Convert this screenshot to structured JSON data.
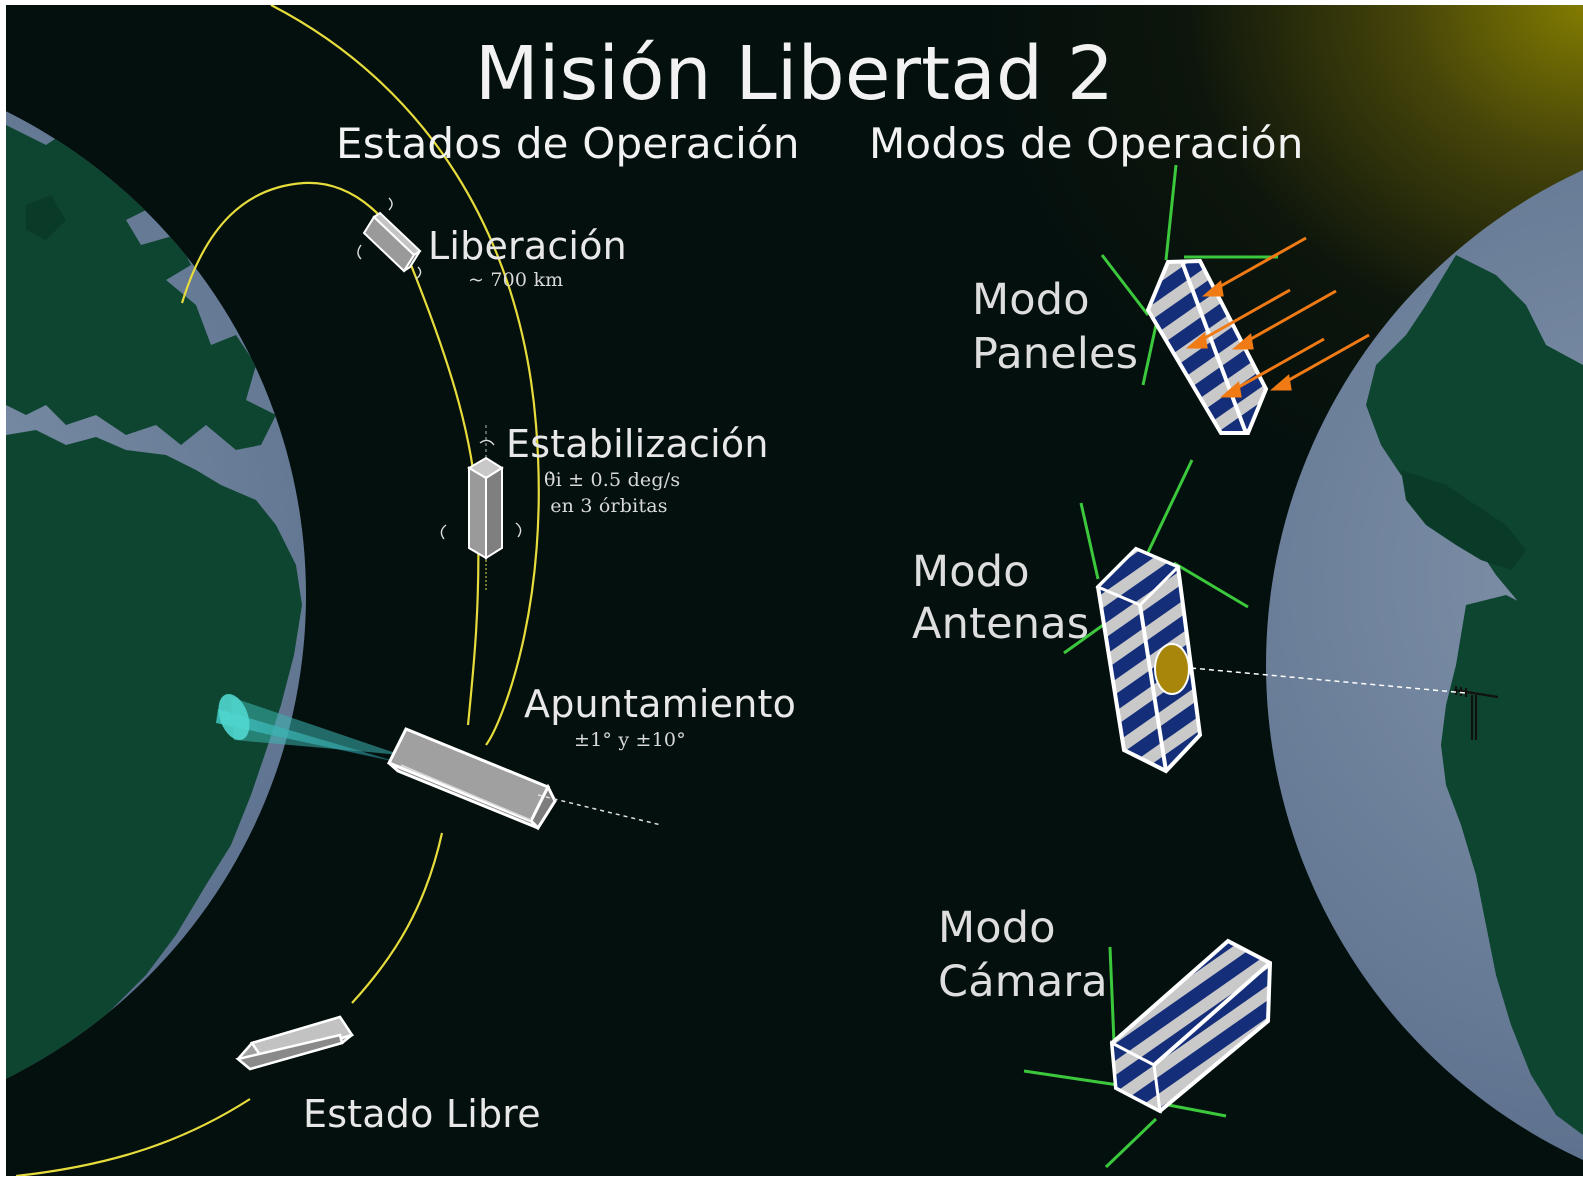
{
  "title": "Misión Libertad 2",
  "sections": {
    "states": "Estados de Operación",
    "modes": "Modos de Operación"
  },
  "states": {
    "release": {
      "label": "Liberación",
      "note": "~ 700 km"
    },
    "stabilization": {
      "label": "Estabilización",
      "note_line1": "θ̇i ± 0.5 deg/s",
      "note_line2": "en 3 órbitas"
    },
    "pointing": {
      "label": "Apuntamiento",
      "note": "±1° y ±10°"
    },
    "free": {
      "label": "Estado Libre"
    }
  },
  "modes": {
    "panels": {
      "line1": "Modo",
      "line2": "Paneles"
    },
    "antennas": {
      "line1": "Modo",
      "line2": "Antenas"
    },
    "camera": {
      "line1": "Modo",
      "line2": "Cámara"
    }
  },
  "colors": {
    "background": "#04100e",
    "sun_glow": "#8a8200",
    "orbit": "#e6dc3c",
    "ocean": "#6c7f97",
    "land": "#0e4530",
    "antenna": "#3cc83c",
    "solar_cell": "#142e7a",
    "sun_rays": "#f07a14",
    "camera_beam": "#3cb4b0",
    "camera_lens": "#a8860a"
  },
  "icons": [
    "earth-globe",
    "satellite-cube",
    "rotation-arrow-icon",
    "sun-ray-arrow-icon",
    "ground-station-icon",
    "lens-icon"
  ]
}
